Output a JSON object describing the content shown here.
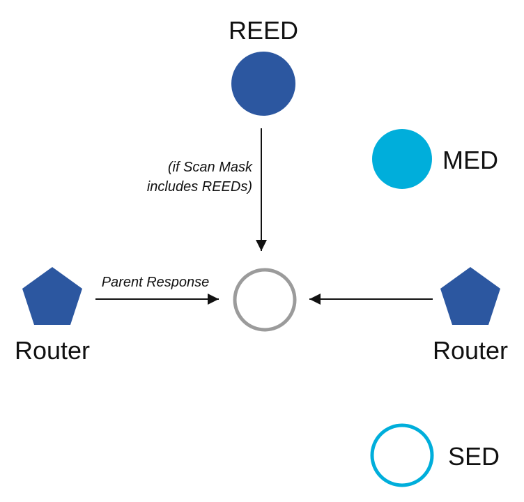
{
  "nodes": {
    "reed": {
      "label": "REED",
      "color": "#2c57a0"
    },
    "med": {
      "label": "MED",
      "color": "#00aedb"
    },
    "sed": {
      "label": "SED",
      "color": "#00aedb"
    },
    "router_left": {
      "label": "Router",
      "color": "#2c57a0"
    },
    "router_right": {
      "label": "Router",
      "color": "#2c57a0"
    },
    "center": {
      "color": "#9b9b9b"
    }
  },
  "edges": {
    "reed_to_center": {
      "label_line1": "(if Scan Mask",
      "label_line2": "includes REEDs)"
    },
    "left_to_center": {
      "label": "Parent Response"
    }
  },
  "colors": {
    "arrow": "#111111"
  }
}
